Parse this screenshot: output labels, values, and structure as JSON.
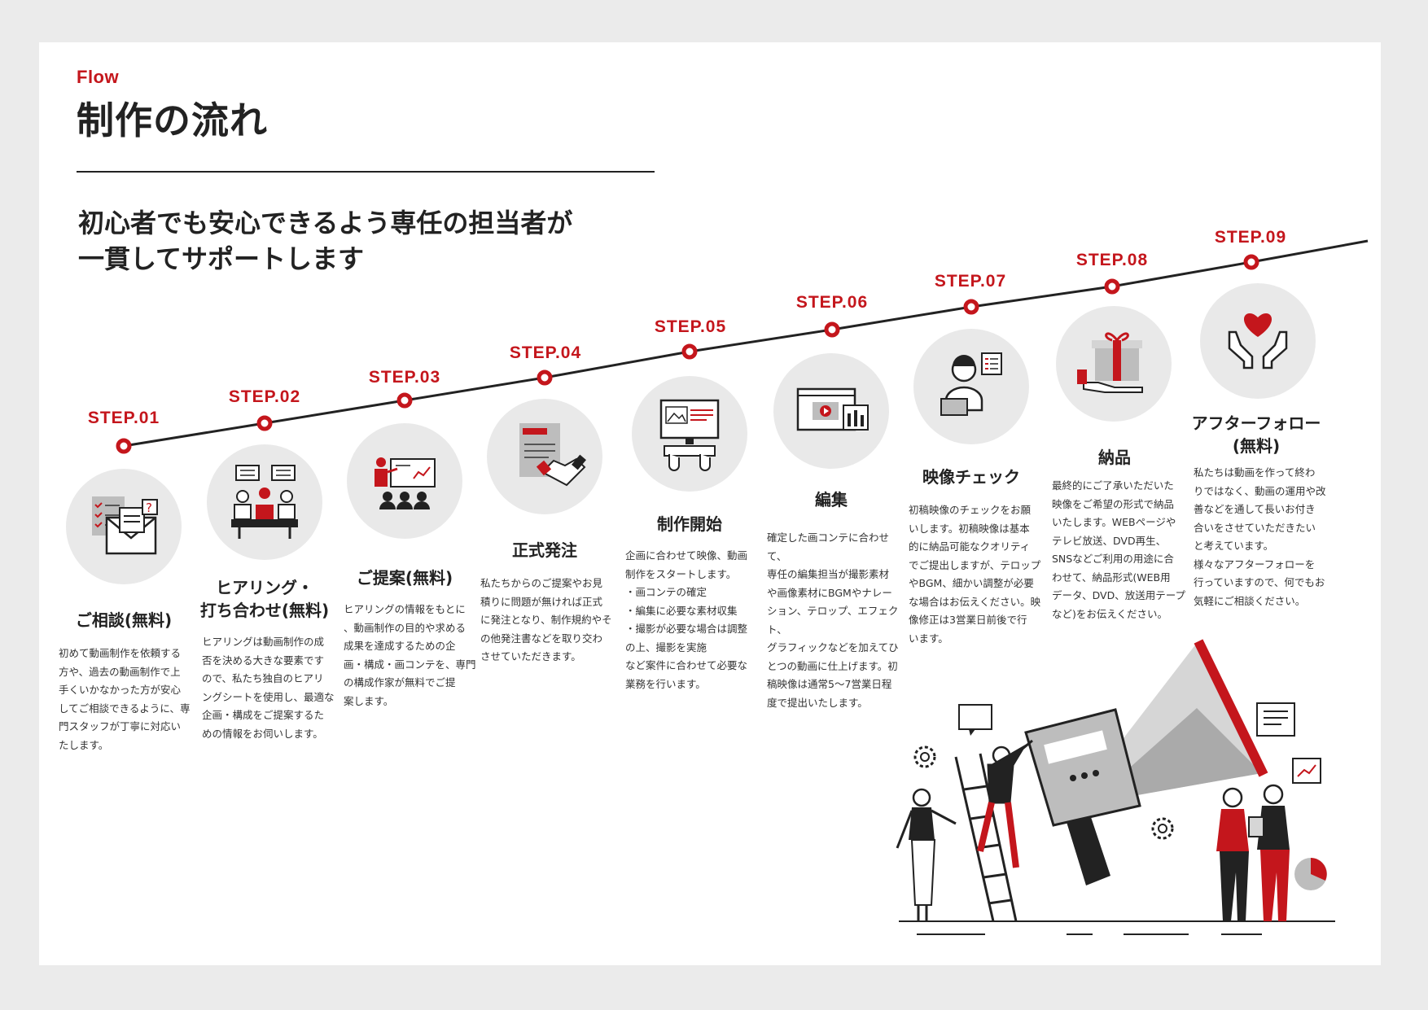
{
  "header": {
    "flow_label": "Flow",
    "title": "制作の流れ",
    "lead_line1": "初心者でも安心できるよう専任の担当者が",
    "lead_line2": "一貫してサポートします"
  },
  "colors": {
    "accent": "#c4161c",
    "dark": "#222222",
    "circle": "#e9e9e9"
  },
  "steps": [
    {
      "label": "STEP.01",
      "icon": "mail-checklist-icon",
      "title": "ご相談(無料)",
      "description": "初めて動画制作を依頼する\n方や、過去の動画制作で上\n手くいかなかった方が安心\nしてご相談できるように、専\n門スタッフが丁寧に対応い\nたします。"
    },
    {
      "label": "STEP.02",
      "icon": "meeting-icon",
      "title": "ヒアリング・\n打ち合わせ(無料)",
      "description": "ヒアリングは動画制作の成\n否を決める大きな要素です\nので、私たち独自のヒアリ\nングシートを使用し、最適な\n企画・構成をご提案するた\nめの情報をお伺いします。"
    },
    {
      "label": "STEP.03",
      "icon": "presentation-icon",
      "title": "ご提案(無料)",
      "description": "ヒアリングの情報をもとに\n、動画制作の目的や求める\n成果を達成するための企\n画・構成・画コンテを、専門\nの構成作家が無料でご提\n案します。"
    },
    {
      "label": "STEP.04",
      "icon": "handshake-contract-icon",
      "title": "正式発注",
      "description": "私たちからのご提案やお見\n積りに問題が無ければ正式\nに発注となり、制作規約やそ\nの他発注書などを取り交わ\nさせていただきます。"
    },
    {
      "label": "STEP.05",
      "icon": "computer-typing-icon",
      "title": "制作開始",
      "description": "企画に合わせて映像、動画\n制作をスタートします。\n・画コンテの確定\n・編集に必要な素材収集\n・撮影が必要な場合は調整\nの上、撮影を実施\nなど案件に合わせて必要な\n業務を行います。"
    },
    {
      "label": "STEP.06",
      "icon": "video-editing-icon",
      "title": "編集",
      "description": "確定した画コンテに合わせて、\n専任の編集担当が撮影素材\nや画像素材にBGMやナレー\nション、テロップ、エフェクト、\nグラフィックなどを加えてひ\nとつの動画に仕上げます。初\n稿映像は通常5〜7営業日程\n度で提出いたします。"
    },
    {
      "label": "STEP.07",
      "icon": "person-laptop-icon",
      "title": "映像チェック",
      "description": "初稿映像のチェックをお願\nいします。初稿映像は基本\n的に納品可能なクオリティ\nでご提出しますが、テロップ\nやBGM、細かい調整が必要\nな場合はお伝えください。映\n像修正は3営業日前後で行\nいます。"
    },
    {
      "label": "STEP.08",
      "icon": "gift-hand-icon",
      "title": "納品",
      "description": "最終的にご了承いただいた\n映像をご希望の形式で納品\nいたします。WEBページや\nテレビ放送、DVD再生、\nSNSなどご利用の用途に合\nわせて、納品形式(WEB用\nデータ、DVD、放送用テープ\nなど)をお伝えください。"
    },
    {
      "label": "STEP.09",
      "icon": "heart-hands-icon",
      "title": "アフターフォロー\n(無料)",
      "description": "私たちは動画を作って終わ\nりではなく、動画の運用や改\n善などを通して長いお付き\n合いをさせていただきたい\nと考えています。\n様々なアフターフォローを\n行っていますので、何でもお\n気軽にご相談ください。"
    }
  ],
  "illustration": {
    "icon": "megaphone-team-illustration"
  }
}
